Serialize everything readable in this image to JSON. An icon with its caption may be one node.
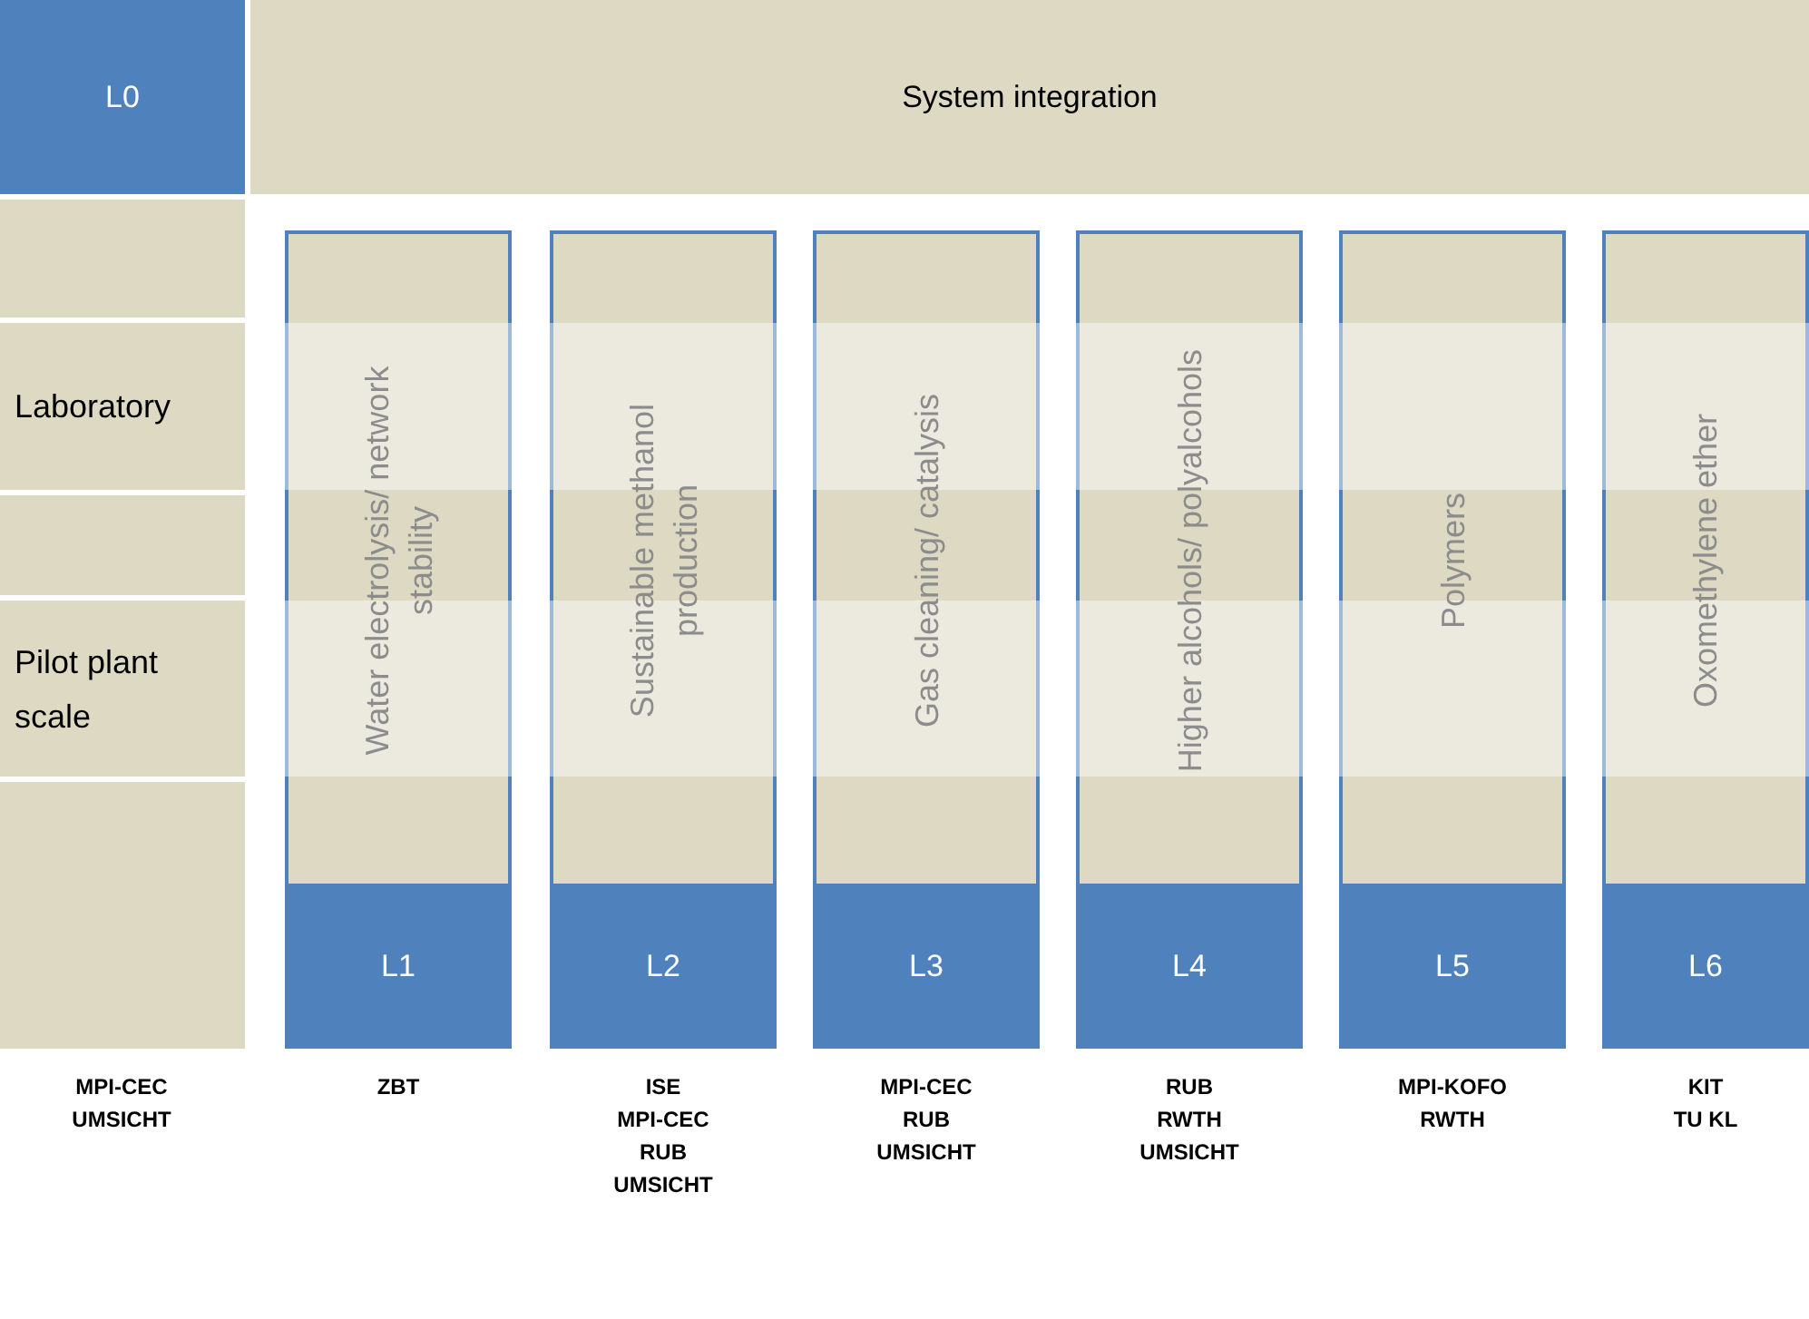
{
  "diagram": {
    "nodes": [
      {
        "text": [
          "L0"
        ],
        "beside": [
          "MPI-CEC",
          "UMSICHT"
        ]
      },
      {
        "text": [
          "System integration"
        ]
      },
      {
        "text": [
          "Laboratory"
        ]
      },
      {
        "text": [
          "Pilot plant scale"
        ]
      },
      {
        "text": [
          "Water electrolysis/ network stability"
        ]
      },
      {
        "text": [
          "L1"
        ],
        "in": 4,
        "beside": [
          "ZBT"
        ]
      },
      {
        "text": [
          "Sustainable methanol production"
        ]
      },
      {
        "text": [
          "L2"
        ],
        "in": 6,
        "beside": [
          "ISE",
          "MPI-CEC",
          "RUB",
          "UMSICHT"
        ]
      },
      {
        "text": [
          "Gas cleaning/ catalysis"
        ]
      },
      {
        "text": [
          "L3"
        ],
        "in": 8,
        "beside": [
          "MPI-CEC",
          "RUB",
          "UMSICHT"
        ]
      },
      {
        "text": [
          "Higher alcohols/ polyalcohols"
        ]
      },
      {
        "text": [
          "L4"
        ],
        "in": 10,
        "beside": [
          "RUB",
          "RWTH",
          "UMSICHT"
        ]
      },
      {
        "text": [
          "Polymers"
        ]
      },
      {
        "text": [
          "L5"
        ],
        "in": 12,
        "beside": [
          "MPI-KOFO",
          "RWTH"
        ]
      },
      {
        "text": [
          "Oxomethylene ether"
        ]
      },
      {
        "text": [
          "L6"
        ],
        "in": 14,
        "beside": [
          "KIT",
          "TU KL"
        ]
      }
    ]
  }
}
